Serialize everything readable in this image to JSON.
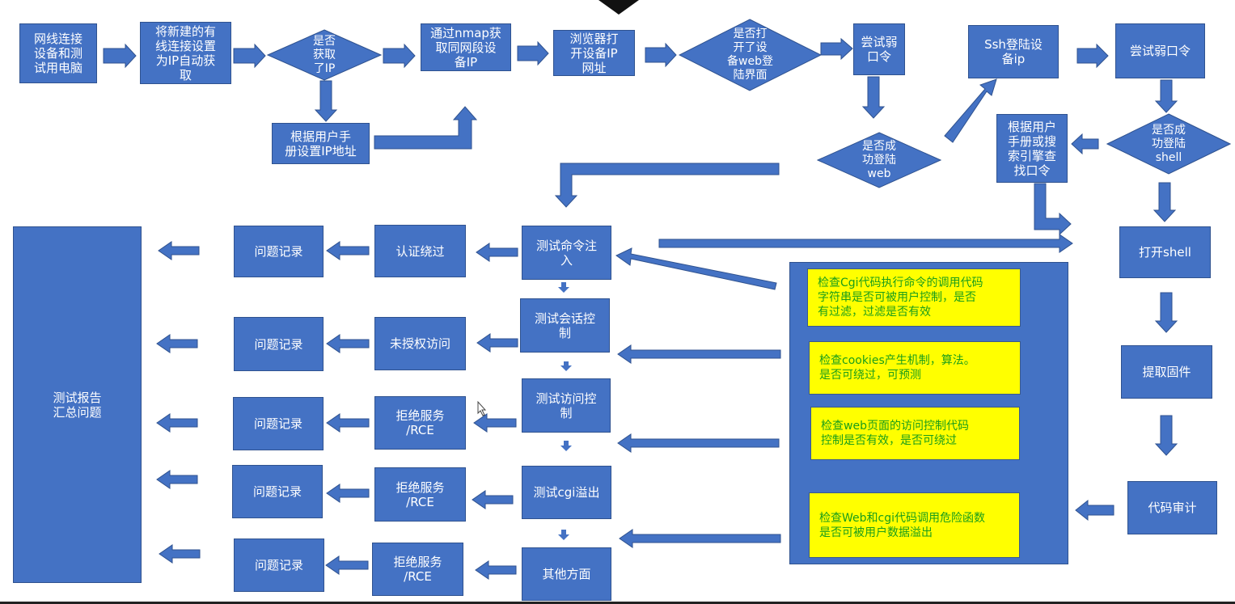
{
  "nodes": {
    "connect_pc": "网线连接\n设备和测\n试用电脑",
    "set_dhcp": "将新建的有\n线连接设置\n为IP自动获\n取",
    "got_ip": "是否\n获取\n了IP",
    "manual_ip": "根据用户手\n册设置IP地址",
    "nmap": "通过nmap获\n取同网段设\n备IP",
    "browser": "浏览器打\n开设备IP\n网址",
    "web_login_page": "是否打\n开了设\n备web登\n陆界面",
    "weak_pwd_web": "尝试弱\n口令",
    "web_login_ok": "是否成\n功登陆\nweb",
    "ssh_login": "Ssh登陆设\n备ip",
    "weak_pwd_ssh": "尝试弱口令",
    "shell_ok": "是否成\n功登陆\nshell",
    "find_pwd": "根据用户\n手册或搜\n索引擎查\n找口令",
    "open_shell": "打开shell",
    "extract_fw": "提取固件",
    "code_audit": "代码审计",
    "report": "测试报告\n汇总问题",
    "test_cmd_inj": "测试命令注\n入",
    "test_session": "测试会话控\n制",
    "test_access": "测试访问控\n制",
    "test_cgi": "测试cgi溢出",
    "other": "其他方面",
    "auth_bypass": "认证绕过",
    "unauth_access": "未授权访问",
    "dos_rce_1": "拒绝服务\n/RCE",
    "dos_rce_2": "拒绝服务\n/RCE",
    "dos_rce_3": "拒绝服务\n/RCE",
    "record_1": "问题记录",
    "record_2": "问题记录",
    "record_3": "问题记录",
    "record_4": "问题记录",
    "record_5": "问题记录",
    "check_cgi_cmd": "检查Cgi代码执行命令的调用代码\n字符串是否可被用户控制，是否\n有过滤，过滤是否有效",
    "check_cookies": "检查cookies产生机制，算法。\n是否可绕过，可预测",
    "check_web_access": "检查web页面的访问控制代码\n控制是否有效，是否可绕过",
    "check_danger_func": "检查Web和cgi代码调用危险函数\n是否可被用户数据溢出"
  },
  "colors": {
    "box_fill": "#4472C4",
    "box_border": "#2F528F",
    "highlight_fill": "#FFFF00",
    "highlight_text": "#1A9E1A"
  }
}
